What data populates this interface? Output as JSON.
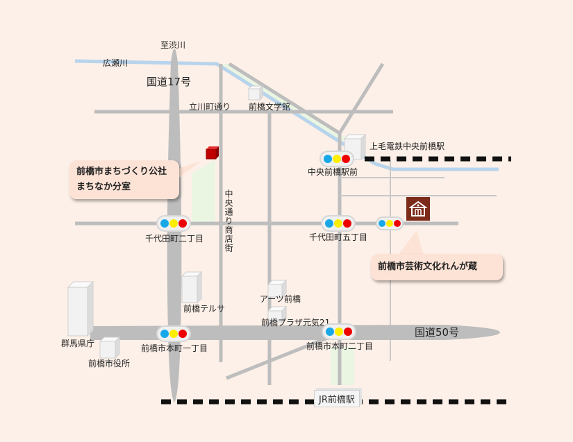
{
  "colors": {
    "background": "#fdf0e8",
    "road": "#bdbdbd",
    "river": "#b8d4ec",
    "green_strip": "#eaf5e2",
    "signal_blue": "#18a8ea",
    "signal_yellow": "#ffee00",
    "signal_red": "#ee0000",
    "callout_bg": "#fde3d6",
    "office_marker": "#c00000",
    "landmark_icon_bg": "#7c2a1a",
    "railway": "#111111"
  },
  "roads": {
    "route17": "国道17号",
    "route50": "国道50号",
    "tachikawa": "立川町通り",
    "chuo_shotengai": "中央通り商店街",
    "to_shibukawa": "至渋川"
  },
  "rivers": {
    "hirose": "広瀬川"
  },
  "intersections": [
    {
      "name": "中央前橋駅前"
    },
    {
      "name": "千代田町二丁目"
    },
    {
      "name": "千代田町五丁目"
    },
    {
      "name": "前橋市本町一丁目"
    },
    {
      "name": "前橋市本町二丁目"
    }
  ],
  "buildings": {
    "bungakukan": "前橋文学館",
    "joden_station": "上毛電鉄中央前橋駅",
    "terusa": "前橋テルサ",
    "arts": "アーツ前橋",
    "plaza": "前橋プラザ元気21",
    "prefecture": "群馬県庁",
    "city_hall": "前橋市役所"
  },
  "stations": {
    "jr": "JR前橋駅"
  },
  "callouts": {
    "office_line1": "前橋市まちづくり公社",
    "office_line2": "まちなか分室",
    "rengagura": "前橋市芸術文化れんが蔵"
  },
  "icons": {
    "landmark": "warehouse-icon",
    "office": "red-cube-marker"
  }
}
